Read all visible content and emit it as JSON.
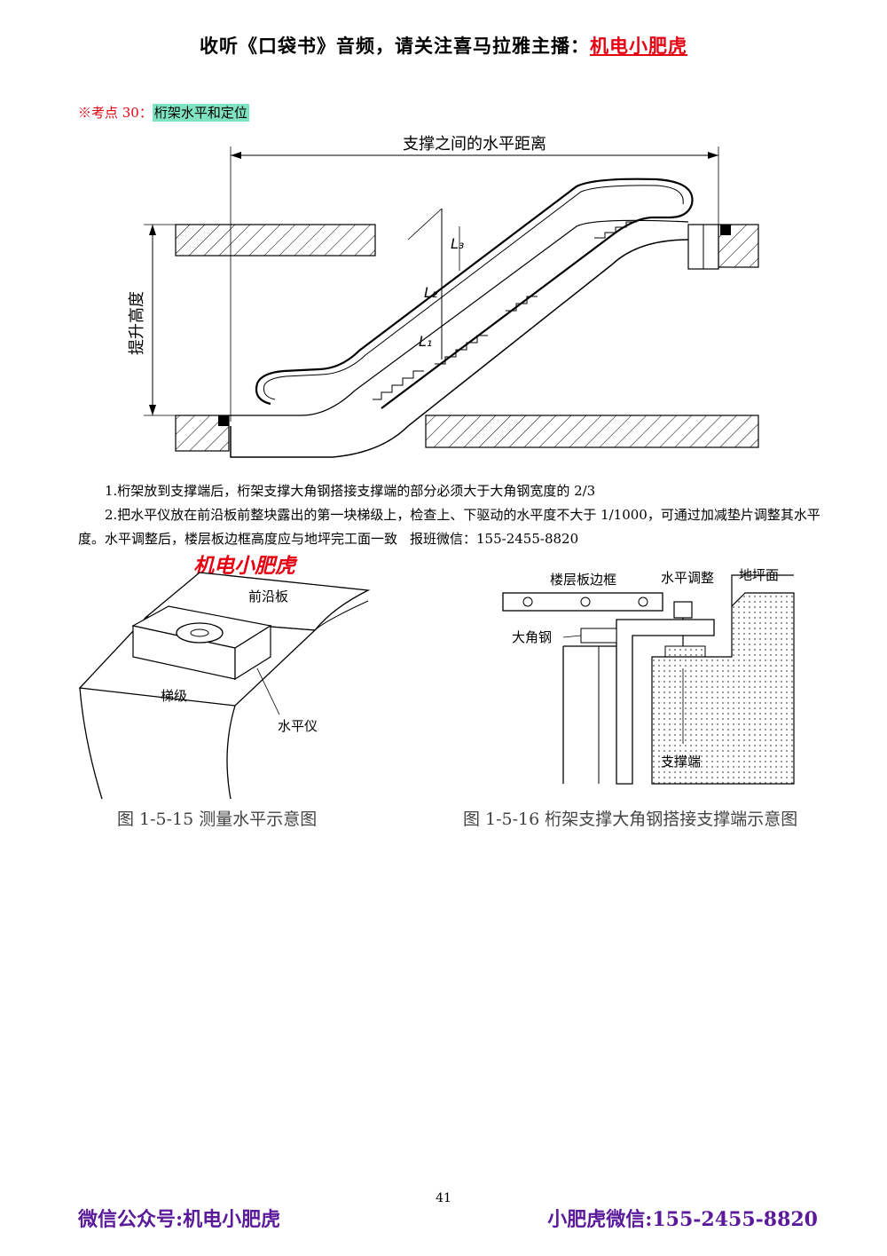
{
  "header": {
    "prefix": "收听《口袋书》音频，请关注喜马拉雅主播：",
    "anchor": "机电小肥虎"
  },
  "section": {
    "tag": "※考点 30：",
    "title": "桁架水平和定位"
  },
  "figure_top": {
    "horizontal_distance": "支撑之间的水平距离",
    "lift_height": "提升高度",
    "l1": "L₁",
    "l2": "L₂",
    "l3": "L₃"
  },
  "paragraphs": {
    "p1": "1.桁架放到支撑端后，桁架支撑大角钢搭接支撑端的部分必须大于大角钢宽度的 2/3",
    "p2": "2.把水平仪放在前沿板前整块露出的第一块梯级上，检查上、下驱动的水平度不大于 1/1000，可通过加减垫片调整其水平度。水平调整后，楼层板边框高度应与地坪完工面一致",
    "wechat_inline": "报班微信：155-2455-8820"
  },
  "watermark": "机电小肥虎",
  "figure_left": {
    "front_plate": "前沿板",
    "step": "梯级",
    "level": "水平仪",
    "caption": "图 1-5-15   测量水平示意图"
  },
  "figure_right": {
    "floor_frame": "楼层板边框",
    "level_adjust": "水平调整",
    "ground": "地坪面",
    "angle_steel": "大角钢",
    "support_end": "支撑端",
    "caption": "图 1-5-16   桁架支撑大角钢搭接支撑端示意图"
  },
  "page_number": "41",
  "footer": {
    "left": "微信公众号:机电小肥虎",
    "right": "小肥虎微信:155-2455-8820"
  }
}
